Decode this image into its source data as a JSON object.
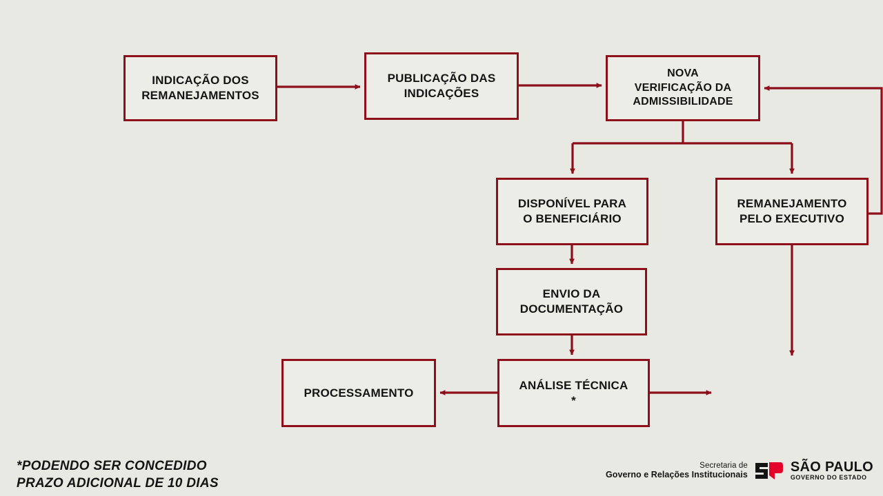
{
  "canvas": {
    "background_color": "#e9e9e4",
    "line_color": "#8c0f1a",
    "node_fill": "#edede8",
    "text_color": "#141414",
    "accent_red": "#e4002b"
  },
  "nodes": {
    "indicacao": {
      "line1": "INDICAÇÃO DOS",
      "line2": "REMANEJAMENTOS"
    },
    "publicacao": {
      "line1": "PUBLICAÇÃO DAS",
      "line2": "INDICAÇÕES"
    },
    "nova": {
      "line1": "NOVA",
      "line2": "VERIFICAÇÃO DA",
      "line3": "ADMISSIBILIDADE"
    },
    "disponivel": {
      "line1": "DISPONÍVEL PARA",
      "line2": "O BENEFICIÁRIO"
    },
    "remanejamento": {
      "line1": "REMANEJAMENTO",
      "line2": "PELO EXECUTIVO"
    },
    "envio": {
      "line1": "ENVIO DA",
      "line2": "DOCUMENTAÇÃO"
    },
    "analise": {
      "line1": "ANÁLISE TÉCNICA",
      "star": "*"
    },
    "processamento": {
      "line1": "PROCESSAMENTO"
    }
  },
  "footnote": {
    "text": "*PODENDO SER CONCEDIDO\nPRAZO ADICIONAL DE 10 DIAS"
  },
  "brand": {
    "line1": "Secretaria de",
    "line2": "Governo e Relações Institucionais",
    "logo_title": "SÃO PAULO",
    "logo_subtitle": "GOVERNO DO ESTADO",
    "mark": "sp-logo-icon"
  }
}
